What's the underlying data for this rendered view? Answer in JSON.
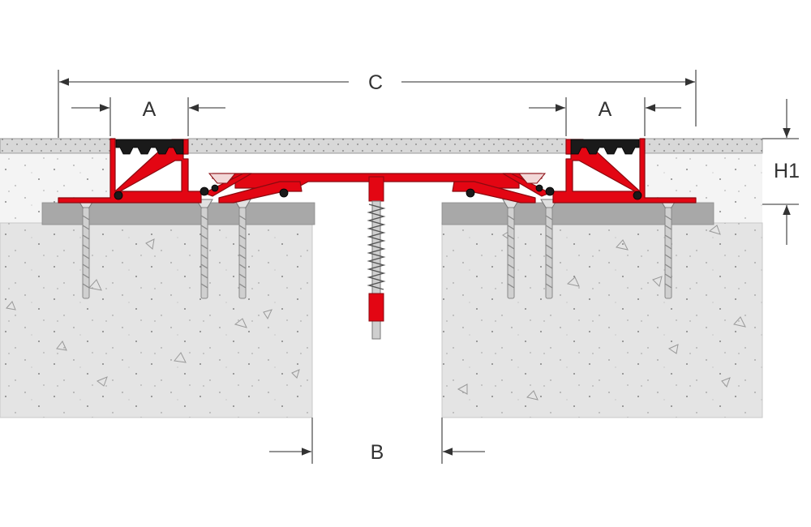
{
  "diagram": {
    "labels": {
      "overall_width": "C",
      "left_flange": "A",
      "right_flange": "A",
      "gap": "B",
      "height": "H1"
    },
    "colors": {
      "profile": "#e30613",
      "profile_outline": "#8a0a10",
      "seal": "#1a1a1a",
      "concrete": "#e4e4e4",
      "screed": "#f4f4f4",
      "mortar_bed": "#a8a8a8",
      "floor_covering": "#d8d8d8",
      "anchor_screw": "#cfcfcf",
      "dimension_line": "#555555"
    }
  }
}
